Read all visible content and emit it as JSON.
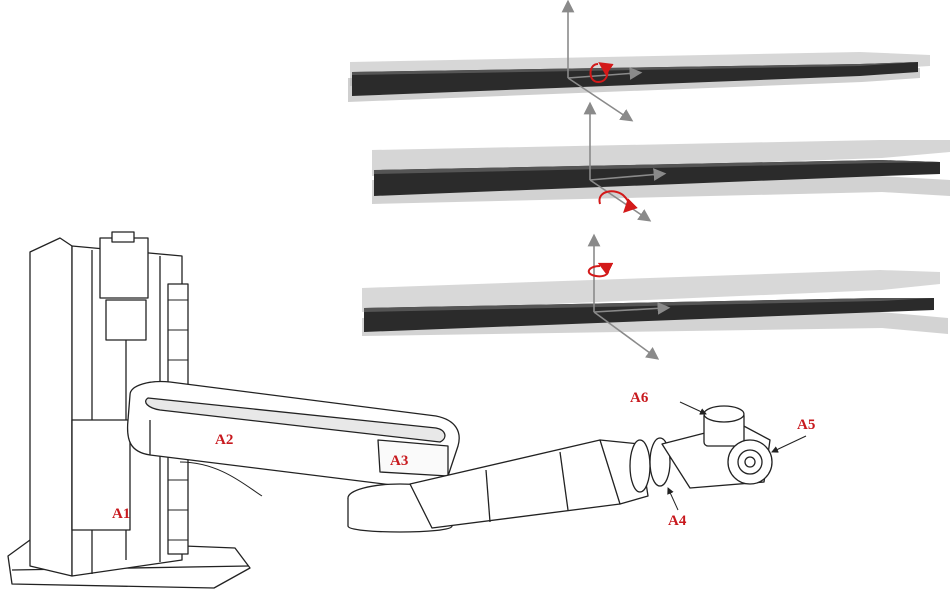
{
  "colors": {
    "blade_dark": "#2b2b2b",
    "blade_ghost": "#9a9a9a",
    "rotation_arrow": "#d31a1a",
    "label": "#c8191e",
    "line_art": "#222222"
  },
  "blade_views": [
    {
      "rotation_axis": "horizontal-longitudinal-axis"
    },
    {
      "rotation_axis": "transverse-axis"
    },
    {
      "rotation_axis": "vertical-axis"
    }
  ],
  "robot": {
    "joint_labels": [
      {
        "id": "A1",
        "text": "A1"
      },
      {
        "id": "A2",
        "text": "A2"
      },
      {
        "id": "A3",
        "text": "A3"
      },
      {
        "id": "A4",
        "text": "A4"
      },
      {
        "id": "A5",
        "text": "A5"
      },
      {
        "id": "A6",
        "text": "A6"
      }
    ]
  }
}
